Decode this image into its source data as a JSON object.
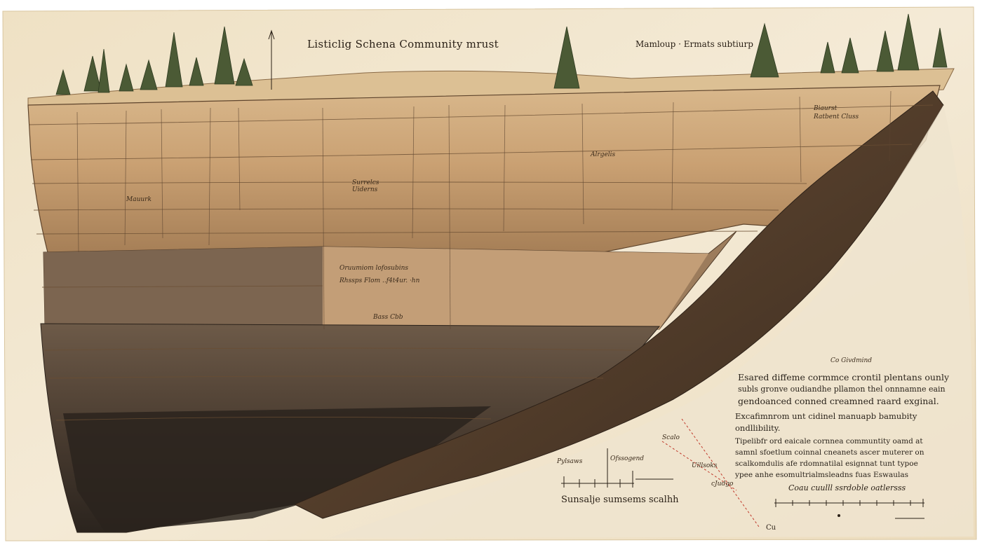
{
  "header": {
    "title": "Listiclig Schena Community mrust",
    "top_right": "Mamloup · Ermats subtiurp"
  },
  "layer_labels": [
    "Mauurk",
    "Surrelcs Uiderns",
    "Alrgelis",
    "Oruumiom lofosubins",
    "Rhssps Flom ..f4t4ur. ·hn",
    "Bass Cbb"
  ],
  "right_labels": [
    "Biaurst",
    "Ratbent Cluss"
  ],
  "notes": {
    "small_heading": "Co Givdmind",
    "para1": [
      "Esared diffeme cormmce crontil plentans ounly",
      "subls gronve oudiandhe pllamon thel onnnamne eain",
      "gendoanced conned creamned raard exginal."
    ],
    "para2": [
      "Excafimnrom unt cidinel manuapb bamubity",
      "ondllibility."
    ],
    "para3": [
      "Tipelibfr ord eaicale cornnea communtity oamd at",
      "samnl sfoetlum coinnal cneanets ascer muterer on",
      "scalkomdulis afe rdomnatilal esignnat tunt typoe",
      "ypee anhe esomultrialmsleadns fuas Eswaulas"
    ],
    "scale_caption": "Coau cuulll ssrdoble oatlersss",
    "co_label": "Cu"
  },
  "scales": {
    "left_label_a": "Pylsaws",
    "left_label_b": "Ofssogend",
    "caption": "Sunsalje sumsems scalhh",
    "middle_a": "Scalo",
    "middle_b": "Uillsoks",
    "middle_c": "cJudgo"
  },
  "colors": {
    "paper": "#f1e6d0",
    "rock_light": "#d8b487",
    "rock_dark": "#3a2e24",
    "ink": "#2a2016",
    "red_line": "#c0392b"
  }
}
